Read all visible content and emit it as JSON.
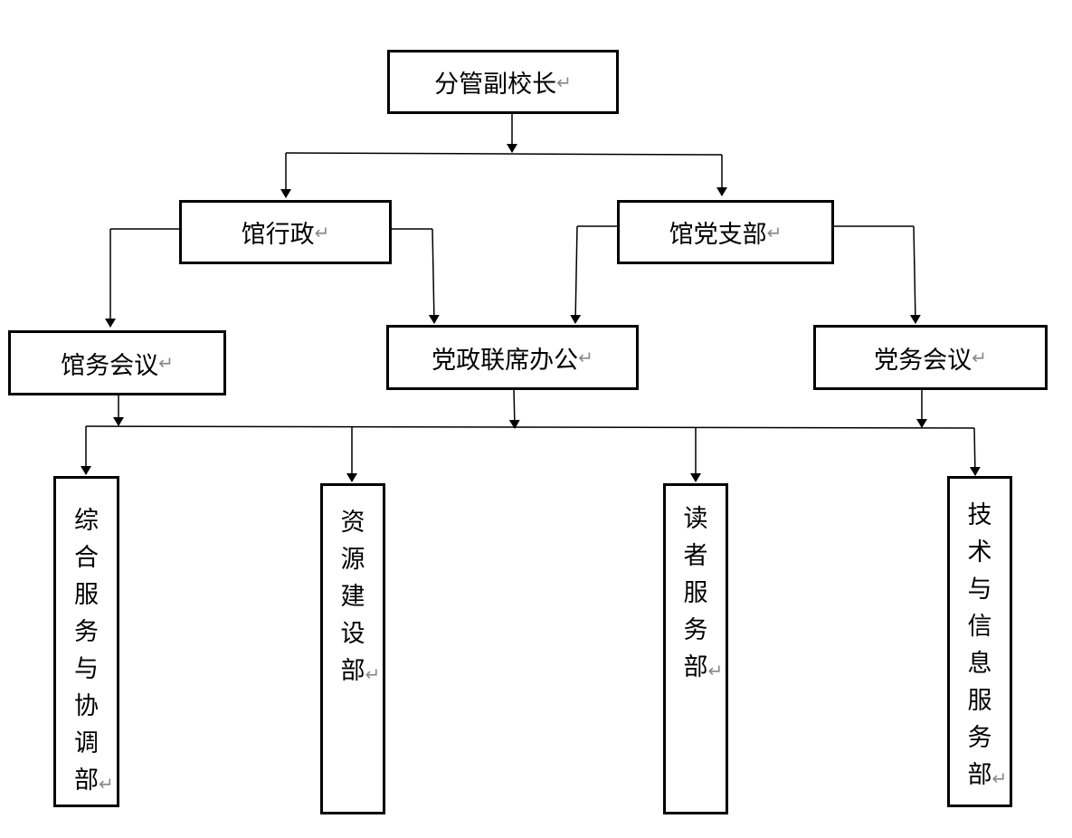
{
  "nodes": {
    "vice_principal": "分管副校长",
    "library_admin": "馆行政",
    "party_branch": "馆党支部",
    "library_meeting": "馆务会议",
    "joint_office": "党政联席办公",
    "party_meeting": "党务会议",
    "dept_general": "综合服务与协调部",
    "dept_resources": "资源建设部",
    "dept_reader": "读者服务部",
    "dept_tech": "技术与信息服务部"
  },
  "return_mark": "↵",
  "colors": {
    "line": "#000000",
    "box_border": "#000000",
    "return_mark": "#8a8a8a",
    "background": "#ffffff"
  }
}
